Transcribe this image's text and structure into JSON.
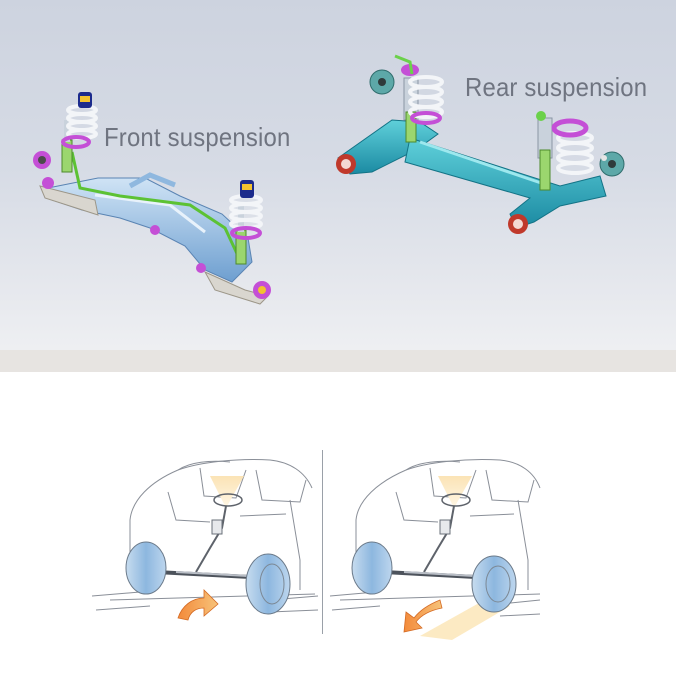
{
  "suspension": {
    "front_label": "Front suspension",
    "rear_label": "Rear suspension"
  },
  "colors": {
    "background_top": "#cdd3df",
    "subframe": "#7fb3e0",
    "rear_beam": "#2aa6b5",
    "spring": "#e9eef3",
    "damper": "#8fd16c",
    "bushing": "#c44fd6",
    "wheel_fill": "#9fc3e3",
    "arrow": "#f0a04a"
  },
  "steering_diagrams": {
    "left_panel": {
      "turn_direction": "right",
      "icon": "curved-arrow-icon"
    },
    "right_panel": {
      "turn_direction": "left",
      "icon": "curved-arrow-icon"
    }
  }
}
